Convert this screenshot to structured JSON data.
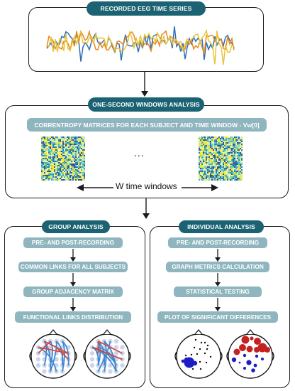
{
  "sections": {
    "eeg": {
      "title": "RECORDED EEG TIME SERIES"
    },
    "windows": {
      "title": "ONE-SECOND WINDOWS ANALYSIS",
      "subtitle": "CORRENTROPY MATRICES FOR EACH SUBJECT AND TIME WINDOW  - Vw[0]",
      "ellipsis": "...",
      "time_windows_label": "W time windows"
    },
    "group": {
      "title": "GROUP ANALYSIS",
      "steps": [
        "PRE- AND POST-RECORDING",
        "COMMON LINKS FOR ALL SUBJECTS",
        "GROUP ADJACENCY MATRIX",
        "FUNCTIONAL LINKS DISTRIBUTION"
      ]
    },
    "individual": {
      "title": "INDIVIDUAL ANALYSIS",
      "steps": [
        "PRE- AND POST-RECORDING",
        "GRAPH METRICS CALCULATION",
        "STATISTICAL TESTING",
        "PLOT OF SIGNIFICANT DIFFERENCES"
      ]
    }
  },
  "colors": {
    "title_pill": "#1b6273",
    "step_box": "#8fb6be",
    "eeg_series": [
      "#2f6fb5",
      "#e4891c",
      "#e8c43a"
    ],
    "link_blue": "#3f86d1",
    "link_red": "#d0493a",
    "node_red": "#c62121",
    "node_blue": "#1d1dc4"
  }
}
